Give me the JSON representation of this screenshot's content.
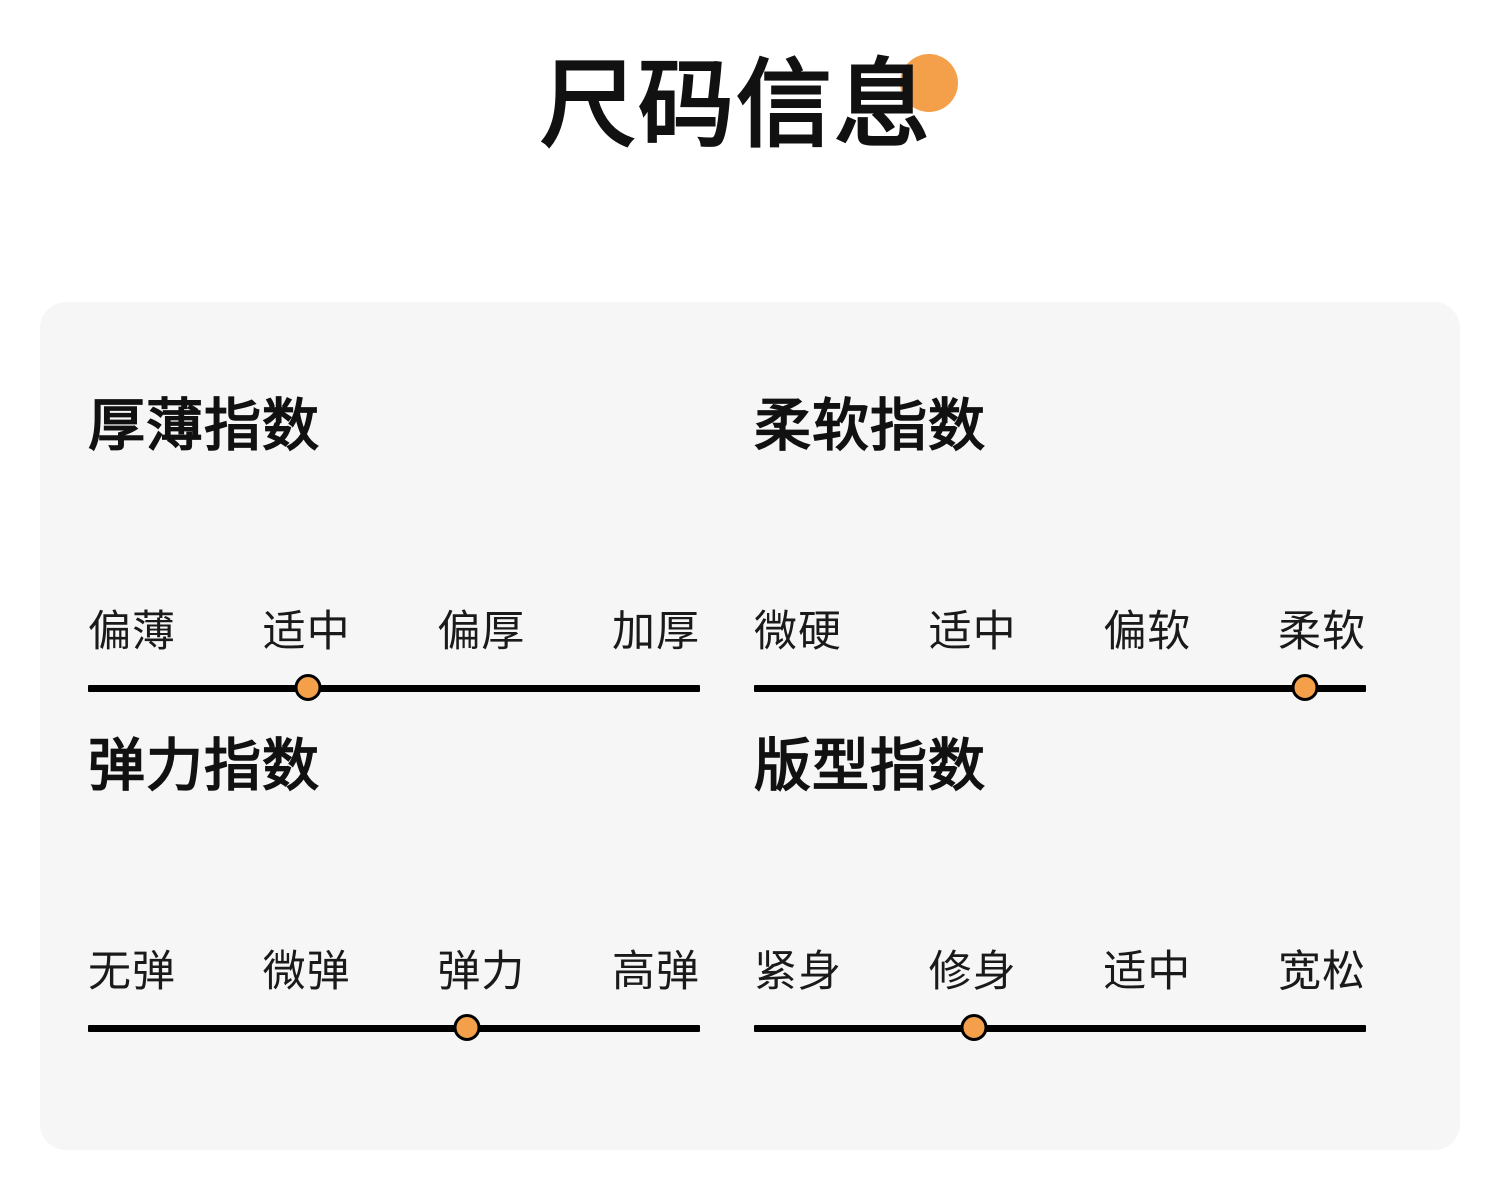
{
  "header": {
    "title": "尺码信息",
    "decoration_icon": "orange-circle-blob",
    "accent_color": "#F4A04A"
  },
  "card": {
    "background_color": "#F6F6F6",
    "sections": [
      {
        "heading": "厚薄指数",
        "labels": [
          "偏薄",
          "适中",
          "偏厚",
          "加厚"
        ],
        "selected_index": 1,
        "selected_label": "适中",
        "dot_position_percent": 36
      },
      {
        "heading": "柔软指数",
        "labels": [
          "微硬",
          "适中",
          "偏软",
          "柔软"
        ],
        "selected_index": 3,
        "selected_label": "柔软",
        "dot_position_percent": 90
      },
      {
        "heading": "弹力指数",
        "labels": [
          "无弹",
          "微弹",
          "弹力",
          "高弹"
        ],
        "selected_index": 2,
        "selected_label": "弹力",
        "dot_position_percent": 62
      },
      {
        "heading": "版型指数",
        "labels": [
          "紧身",
          "修身",
          "适中",
          "宽松"
        ],
        "selected_index": 1,
        "selected_label": "修身",
        "dot_position_percent": 36
      }
    ]
  }
}
